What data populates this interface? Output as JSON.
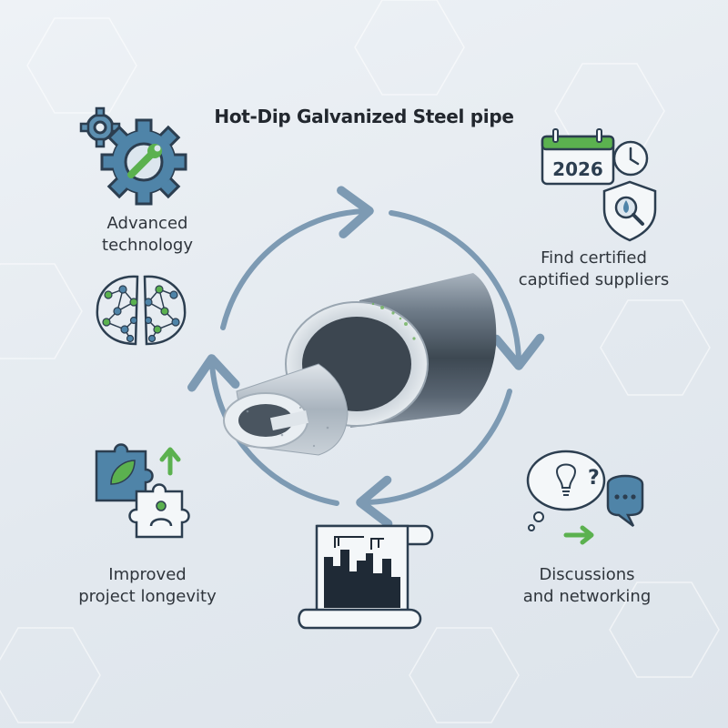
{
  "title": "Hot-Dip Galvanized Steel pipe",
  "calendar_year": "2026",
  "labels": {
    "technology": [
      "Advanced",
      "technology"
    ],
    "suppliers": [
      "Find certified",
      "captified suppliers"
    ],
    "longevity": [
      "Improved",
      "project longevity"
    ],
    "discussions": [
      "Discussions",
      "and networking"
    ]
  },
  "icons": {
    "top_left": "gears-wrench-icon",
    "mid_left": "brain-network-icon",
    "top_right": "calendar-clock-shield-icon",
    "bottom_left": "puzzle-leaf-growth-icon",
    "bottom_center": "city-blueprint-scroll-icon",
    "bottom_right": "chat-bubbles-idea-icon",
    "center": "galvanized-pipe-icon",
    "cycle": "cycle-arrows-icon"
  },
  "colors": {
    "accent_blue": "#4a7c9b",
    "icon_dark": "#2c3e50",
    "leaf_green": "#5bb14f",
    "cycle_arrow": "#7d9ab3",
    "steel": "#5e6b78"
  }
}
